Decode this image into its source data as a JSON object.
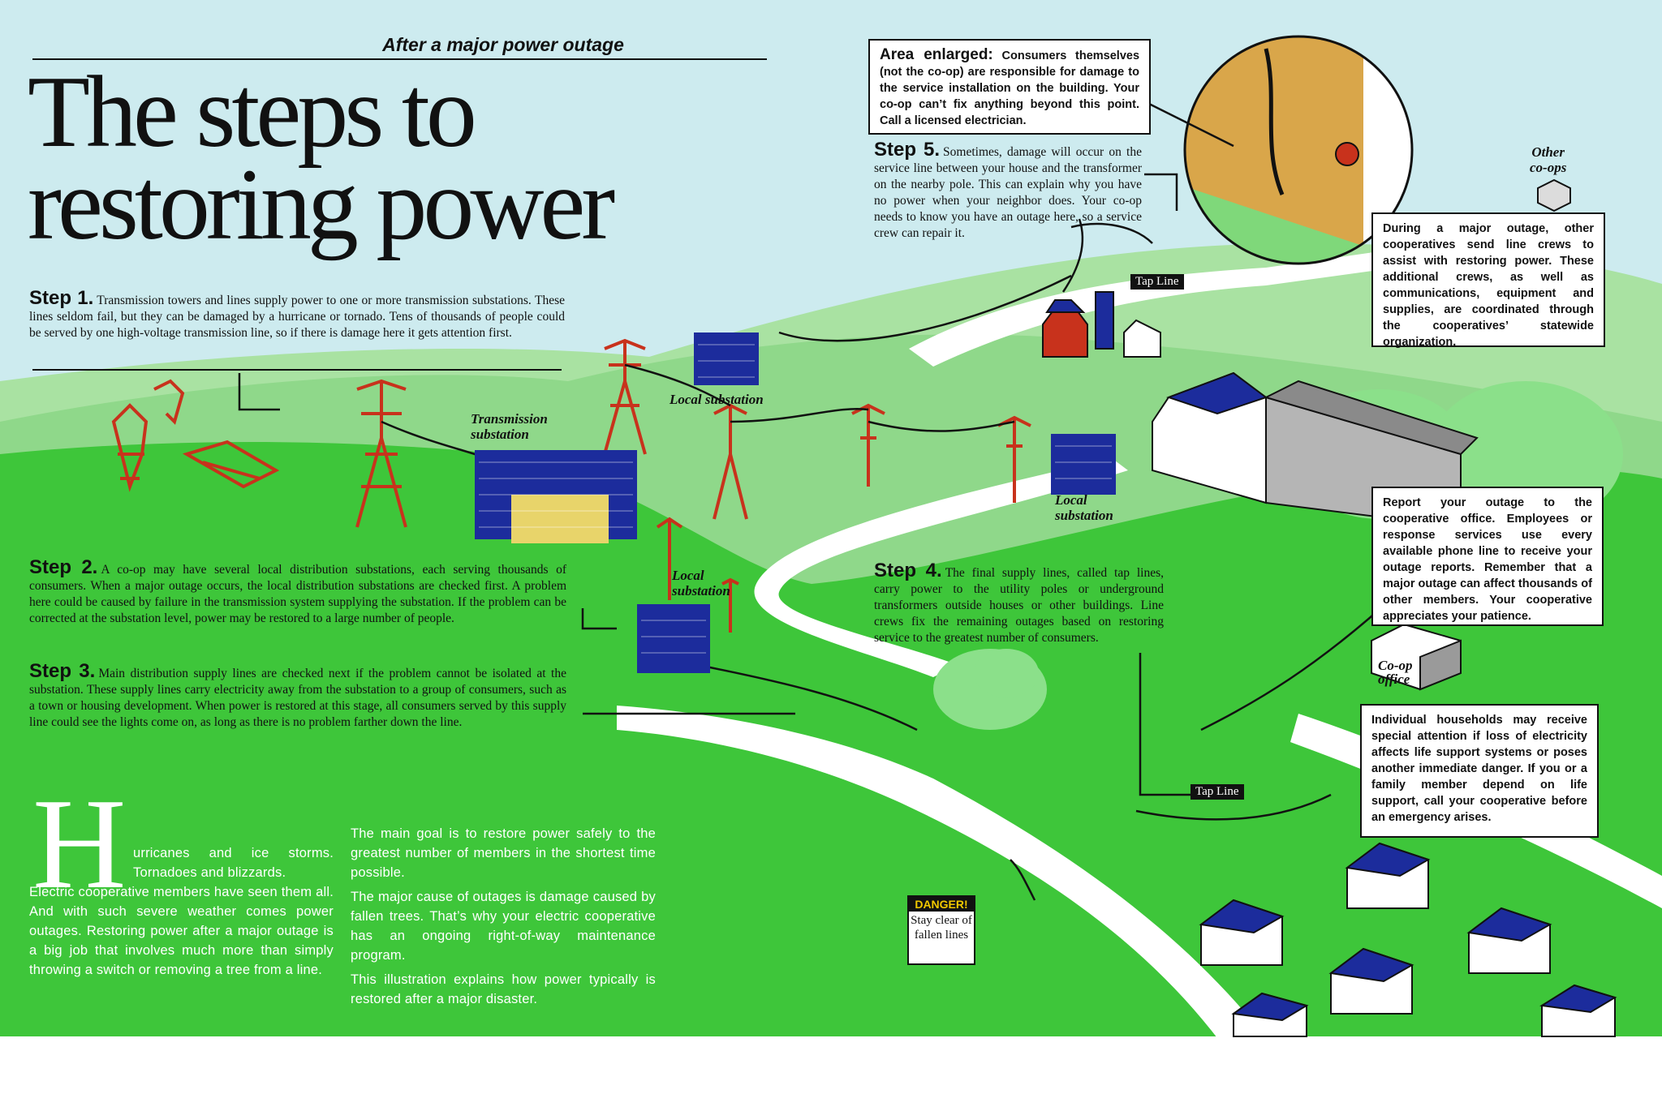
{
  "header": {
    "kicker": "After a major power outage",
    "title_line1": "The steps to",
    "title_line2": "restoring power"
  },
  "steps": [
    {
      "lead": "Step 1.",
      "text": "Transmission towers and lines supply power to one or more transmission substations. These lines seldom fail, but they can be damaged by a hurricane or tornado. Tens of thousands of people could be served by one high-voltage transmission line, so if there is damage here it gets attention first."
    },
    {
      "lead": "Step 2.",
      "text": "A co-op may have several local distribution substations, each serving thousands of consumers. When a major outage occurs, the local distribution substations are checked first. A problem here could be caused by failure in the transmission system supplying the substation. If the problem can be corrected at the substation level, power may be restored to a large number of people."
    },
    {
      "lead": "Step 3.",
      "text": "Main distribution supply lines are checked next if the problem cannot be isolated at the substation. These supply lines carry electricity away from the substation to a group of consumers, such as a town or housing development. When power is restored at this stage, all consumers served by this supply line could see the lights come on, as long as there is no problem farther down the line."
    },
    {
      "lead": "Step 4.",
      "text": "The final supply lines, called tap lines, carry power to the utility poles or underground transformers outside houses or other buildings. Line crews fix the remaining outages based on restoring service to the greatest number of consumers."
    },
    {
      "lead": "Step 5.",
      "text": "Sometimes, damage will occur on the service line between your house and the transformer on the nearby pole. This can explain why you have no power when your neighbor does. Your co-op needs to know you have an outage here, so a service crew can repair it."
    }
  ],
  "callouts": {
    "area_enlarged": {
      "lead": "Area enlarged:",
      "text": "Consumers themselves (not the co-op) are responsible for damage to the service installation on the building. Your co-op can’t fix anything beyond this point. Call a licensed electrician."
    },
    "other_coops": "During a major outage, other cooperatives send line crews to assist with restoring power. These additional crews, as well as communications, equipment and supplies, are coordinated through the cooperatives’ statewide organization.",
    "report_outage": "Report your outage to the cooperative office. Employees or response services use every available phone line to receive your outage reports. Remember that a major outage can affect thousands of other members. Your cooperative appreciates your patience.",
    "households": "Individual households may receive special attention if loss of electricity affects life support systems or poses another immediate danger. If you or a family member depend on life support, call your cooperative before an emergency arises."
  },
  "labels": {
    "transmission_substation": [
      "Transmission",
      "substation"
    ],
    "local_substation_top": "Local substation",
    "local_substation_right": [
      "Local",
      "substation"
    ],
    "local_substation_mid": [
      "Local",
      "substation"
    ],
    "tap_line": "Tap Line",
    "other_coops": [
      "Other",
      "co-ops"
    ],
    "coop_office": [
      "Co-op",
      "office"
    ]
  },
  "danger": {
    "tag": "DANGER!",
    "message": "Stay clear of fallen lines"
  },
  "intro": {
    "drop_cap": "H",
    "col1_first": "urricanes and ice storms. Tornadoes and blizzards.",
    "col1_rest": "Electric cooperative members have seen them all. And with such severe weather comes power outages. Restoring power after a major outage is a big job that involves much more than simply throwing a switch or removing a tree from a line.",
    "col2": [
      "The main goal is to restore power safely to the greatest number of members in the shortest time possible.",
      "The major cause of outages is damage caused by fallen trees. That’s why your electric cooperative has an ongoing right-of-way maintenance program.",
      "This illustration explains how power typically is restored after a major disaster."
    ]
  },
  "colors": {
    "sky": "#cdebef",
    "hill_light": "#8fd88a",
    "grass": "#3ec63a",
    "tower_red": "#c8321c",
    "substation_blue": "#1c2c9c",
    "road": "#ffffff"
  }
}
